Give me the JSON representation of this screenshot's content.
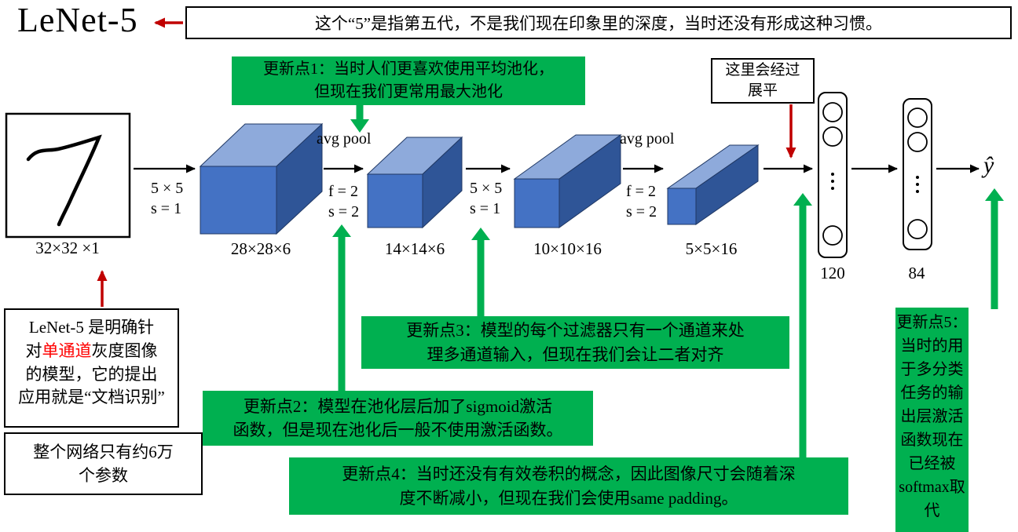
{
  "title": "LeNet-5",
  "notes": {
    "generation": "这个“5”是指第五代，不是我们现在印象里的深度，当时还没有形成这种习惯。",
    "flatten": "这里会经过\n展平",
    "left_note": {
      "line1": "LeNet-5 是明确针",
      "line2_before": "对",
      "line2_red": "单通道",
      "line2_after": "灰度图像",
      "line3": "的模型，它的提出",
      "line4": "应用就是“文档识别”"
    },
    "params_note": "整个网络只有约6万\n个参数"
  },
  "updates": {
    "u1": "更新点1：当时人们更喜欢使用平均池化，\n但现在我们更常用最大池化",
    "u2": "更新点2：模型在池化层后加了sigmoid激活\n函数，但是现在池化后一般不使用激活函数。",
    "u3": "更新点3：模型的每个过滤器只有一个通道来处\n理多通道输入，但现在我们会让二者对齐",
    "u4": "更新点4：当时还没有有效卷积的概念，因此图像尺寸会随着深\n度不断减小，但现在我们会使用same padding。",
    "u5": "更新点5：\n当时的用\n于多分类\n任务的输\n出层激活\n函数现在\n已经被\nsoftmax取\n代"
  },
  "network": {
    "avg_pool_1": "avg pool",
    "avg_pool_2": "avg pool",
    "conv1_params": "5 × 5\ns = 1",
    "pool1_params": "f = 2\ns = 2",
    "conv2_params": "5 × 5\ns = 1",
    "pool2_params": "f = 2\ns = 2",
    "dim_input": "32×32 ×1",
    "dim_conv1": "28×28×6",
    "dim_pool1": "14×14×6",
    "dim_conv2": "10×10×16",
    "dim_pool2": "5×5×16",
    "fc1": "120",
    "fc2": "84",
    "output": "ŷ"
  },
  "colors": {
    "green": "#00B050",
    "red": "#C00000",
    "bright_red_text": "#FF0000",
    "box_front": "#4472C4",
    "box_top": "#8EAADB",
    "box_side": "#2F5597"
  }
}
